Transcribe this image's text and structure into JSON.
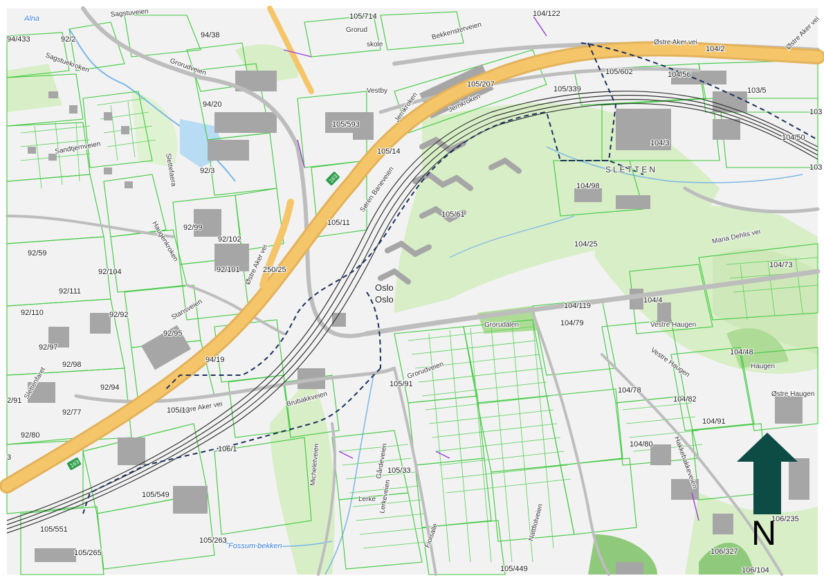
{
  "map": {
    "north_label": "N",
    "water_labels": [
      "Alna",
      "Fossum bekken"
    ],
    "area_labels": [
      "SLETTEN"
    ],
    "place_labels": [
      "Oslo",
      "Oslo",
      "Vestre Haugen",
      "Haugen",
      "Østre Haugen",
      "Vestby",
      "Grorud",
      "skole",
      "Grorudalen",
      "Lerke"
    ],
    "route_numbers": [
      "163",
      "163"
    ],
    "streets": [
      "Sagstuveien",
      "Sagstuekroken",
      "Grorudveien",
      "Jernkroken",
      "Jernkroken",
      "Bekkensterveien",
      "Østre Aker vei",
      "Østre Aker vei",
      "Østre Aker vei",
      "Østre Aker vei",
      "Stansveien",
      "Slettenfaret",
      "Søren Baneveien",
      "Haugenkroken",
      "Sandtjernveien",
      "Slettefaera",
      "Brubakkveien",
      "Maria Dehlis vei",
      "Vestre Haugen",
      "Grorudveien",
      "Micheletveien",
      "Lerkeveien",
      "Gårdeveien",
      "Nattfiolveien",
      "Hakkebakkeveien",
      "Fiolsalle"
    ],
    "parcels": [
      "94/433",
      "92/2",
      "94/38",
      "105/714",
      "104/122",
      "104/2",
      "105/602",
      "104/56",
      "103/5",
      "94/20",
      "105/207",
      "105/339",
      "105/593",
      "104/3",
      "104/50",
      "105/14",
      "92/3",
      "104/98",
      "92/99",
      "105/11",
      "105/61",
      "92/59",
      "92/102",
      "104/25",
      "92/104",
      "92/101",
      "250/25",
      "104/73",
      "92/111",
      "104/4",
      "92/110",
      "92/92",
      "104/119",
      "92/95",
      "104/79",
      "92/97",
      "94/19",
      "104/48",
      "92/98",
      "105/91",
      "104/78",
      "104/82",
      "92/94",
      "105/13",
      "104/91",
      "92/77",
      "92/80",
      "106/1",
      "104/80",
      "105/33",
      "105/549",
      "106/235",
      "105/551",
      "105/263",
      "106/327",
      "105/265",
      "105/449",
      "106/104",
      "2/91",
      "103",
      "103",
      "3"
    ]
  }
}
